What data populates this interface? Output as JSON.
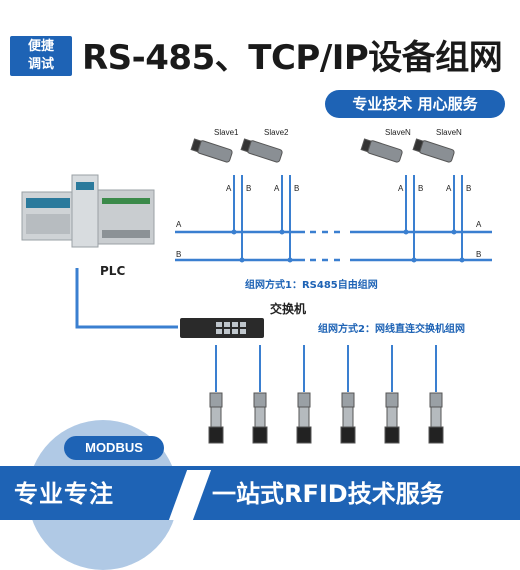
{
  "badge": {
    "line1": "便捷",
    "line2": "调试"
  },
  "title": "RS-485、TCP/IP设备组网",
  "pill": "专业技术 用心服务",
  "slaves": [
    "Slave1",
    "Slave2",
    "SlaveN",
    "SlaveN"
  ],
  "bus": {
    "a": "A",
    "b": "B"
  },
  "plc_label": "PLC",
  "switch_label": "交换机",
  "mode1": "组网方式1：RS485自由组网",
  "mode2": "组网方式2：网线直连交换机组网",
  "modbus": "MODBUS",
  "bottom_left": "专业专注",
  "bottom_right": "一站式RFID技术服务",
  "colors": {
    "accent": "#1e63b5",
    "line": "#3a7fd0"
  }
}
